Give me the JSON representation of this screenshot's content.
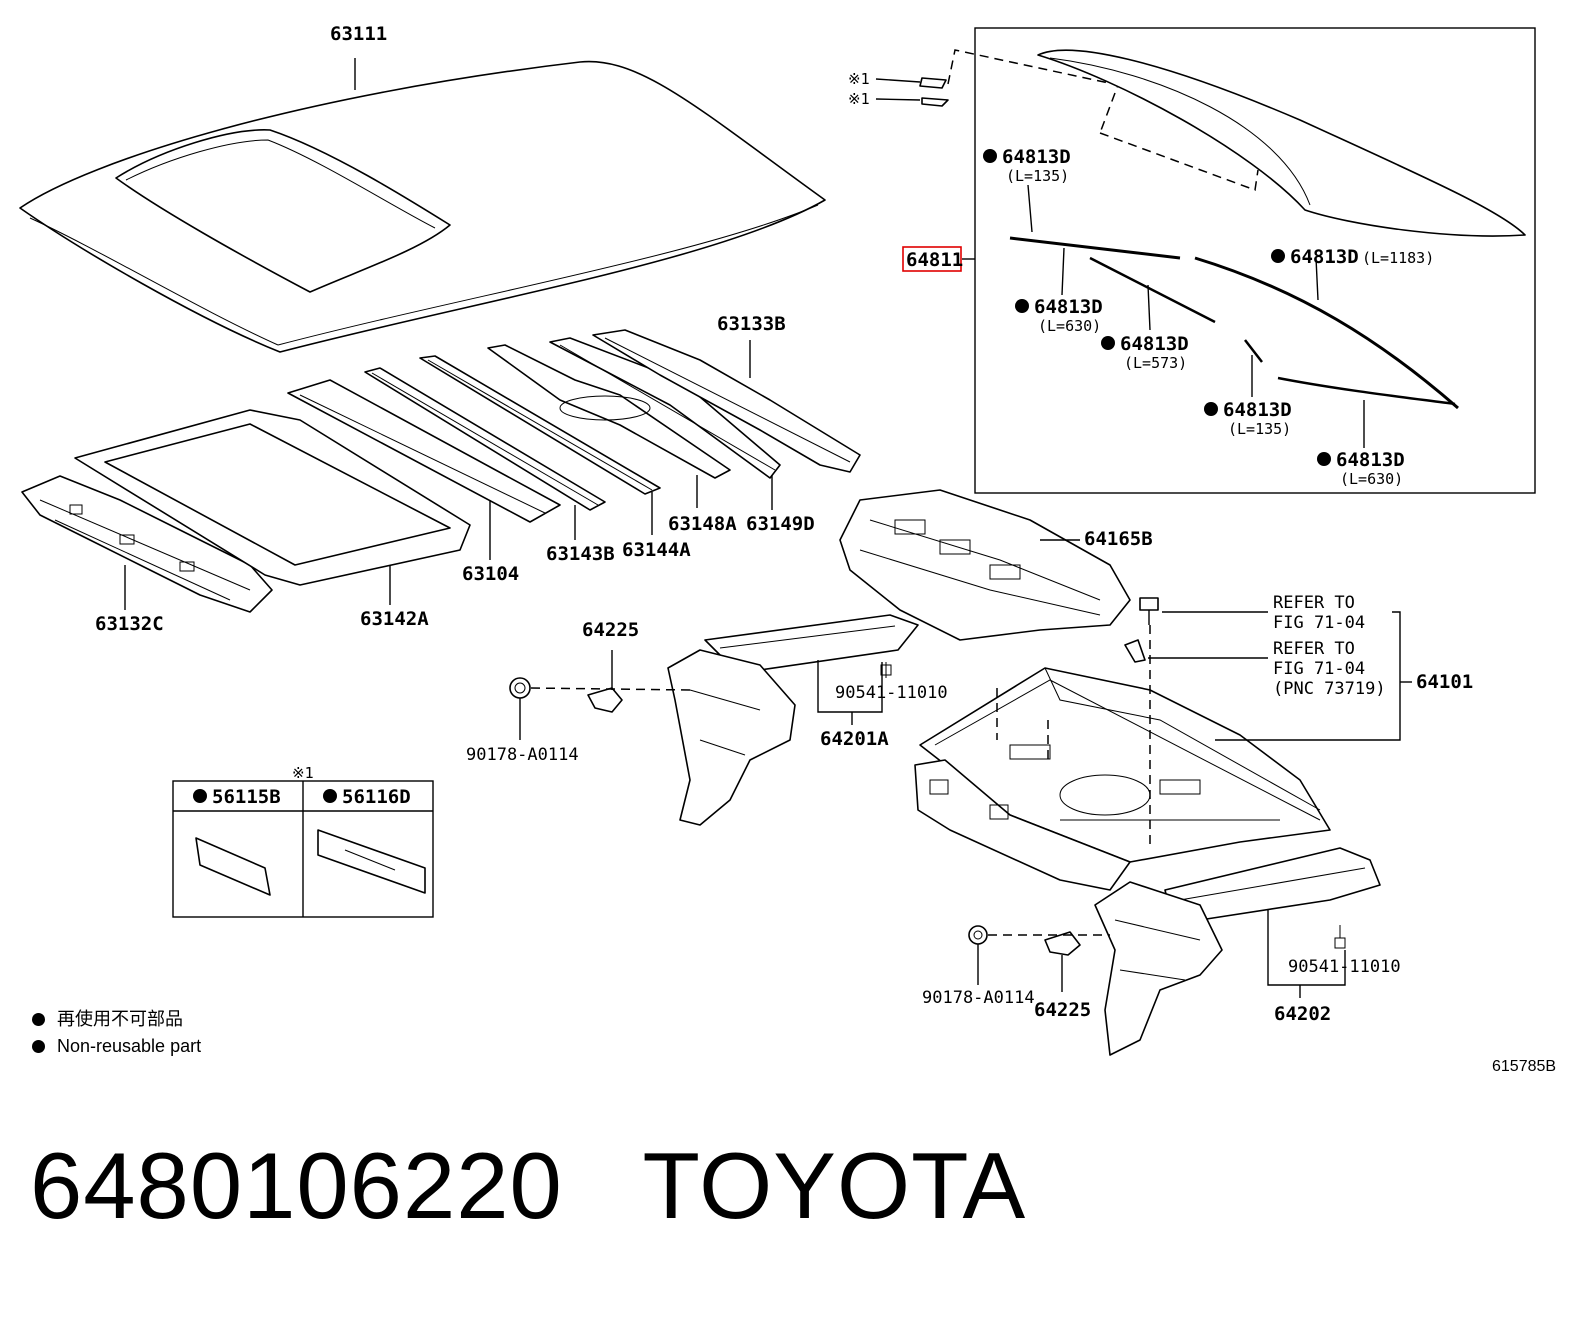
{
  "labels": {
    "p63111": "63111",
    "p63133B": "63133B",
    "p63132C": "63132C",
    "p63142A": "63142A",
    "p63104": "63104",
    "p63143B": "63143B",
    "p63144A": "63144A",
    "p63148A": "63148A",
    "p63149D": "63149D",
    "p64165B": "64165B",
    "p64225a": "64225",
    "p90541a": "90541-11010",
    "p64201A": "64201A",
    "p90178a": "90178-A0114",
    "p64101": "64101",
    "p90541b": "90541-11010",
    "p90178b": "90178-A0114",
    "p64225b": "64225",
    "p64202": "64202",
    "p64811": "64811"
  },
  "refs": {
    "ref1_line1": "REFER TO",
    "ref1_line2": "FIG 71-04",
    "ref2_line1": "REFER TO",
    "ref2_line2": "FIG 71-04",
    "ref2_line3": "(PNC 73719)"
  },
  "inset": {
    "mark1": "※1",
    "mark2": "※1",
    "w1_part": "64813D",
    "w1_len": "(L=135)",
    "w2_part": "64813D",
    "w2_len": "(L=1183)",
    "w3_part": "64813D",
    "w3_len": "(L=630)",
    "w4_part": "64813D",
    "w4_len": "(L=573)",
    "w5_part": "64813D",
    "w5_len": "(L=135)",
    "w6_part": "64813D",
    "w6_len": "(L=630)"
  },
  "spacer_box": {
    "mark": "※1",
    "left_part": "56115B",
    "right_part": "56116D"
  },
  "legend": {
    "jp": "再使用不可部品",
    "en": "Non-reusable part"
  },
  "figure_number": "615785B",
  "footer": {
    "part_number": "6480106220",
    "brand": "TOYOTA"
  },
  "highlight_color": "#e00000"
}
